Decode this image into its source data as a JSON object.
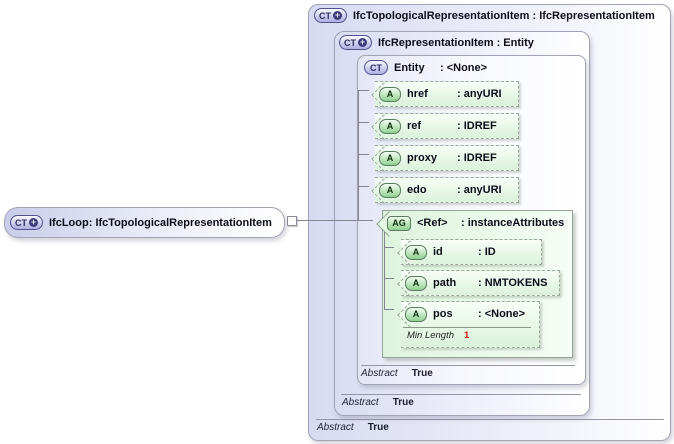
{
  "icons": {
    "ct": "CT",
    "plus": "+",
    "a": "A",
    "ag": "AG"
  },
  "left_node": {
    "name": "IfcLoop",
    "type": ": IfcTopologicalRepresentationItem"
  },
  "outer_box": {
    "title": "IfcTopologicalRepresentationItem : IfcRepresentationItem",
    "abstract_label": "Abstract",
    "abstract_value": "True"
  },
  "inner_box": {
    "title": "IfcRepresentationItem : Entity",
    "abstract_label": "Abstract",
    "abstract_value": "True"
  },
  "entity_box": {
    "name": "Entity",
    "type": ": <None>",
    "abstract_label": "Abstract",
    "abstract_value": "True",
    "attributes": [
      {
        "name": "href",
        "type": ": anyURI"
      },
      {
        "name": "ref",
        "type": ": IDREF"
      },
      {
        "name": "proxy",
        "type": ": IDREF"
      },
      {
        "name": "edo",
        "type": ": anyURI"
      }
    ]
  },
  "attribute_group": {
    "name": "<Ref>",
    "type": ": instanceAttributes",
    "attributes": [
      {
        "name": "id",
        "type": ": ID"
      },
      {
        "name": "path",
        "type": ": NMTOKENS"
      },
      {
        "name": "pos",
        "type": ": <None>",
        "facet_label": "Min Length",
        "facet_value": "1"
      }
    ]
  },
  "colors": {
    "lavender_fill": "#d8daf2",
    "green_fill": "#ddf3dd",
    "box_border": "#a3a3b6",
    "facet_value_red": "#e01313"
  }
}
